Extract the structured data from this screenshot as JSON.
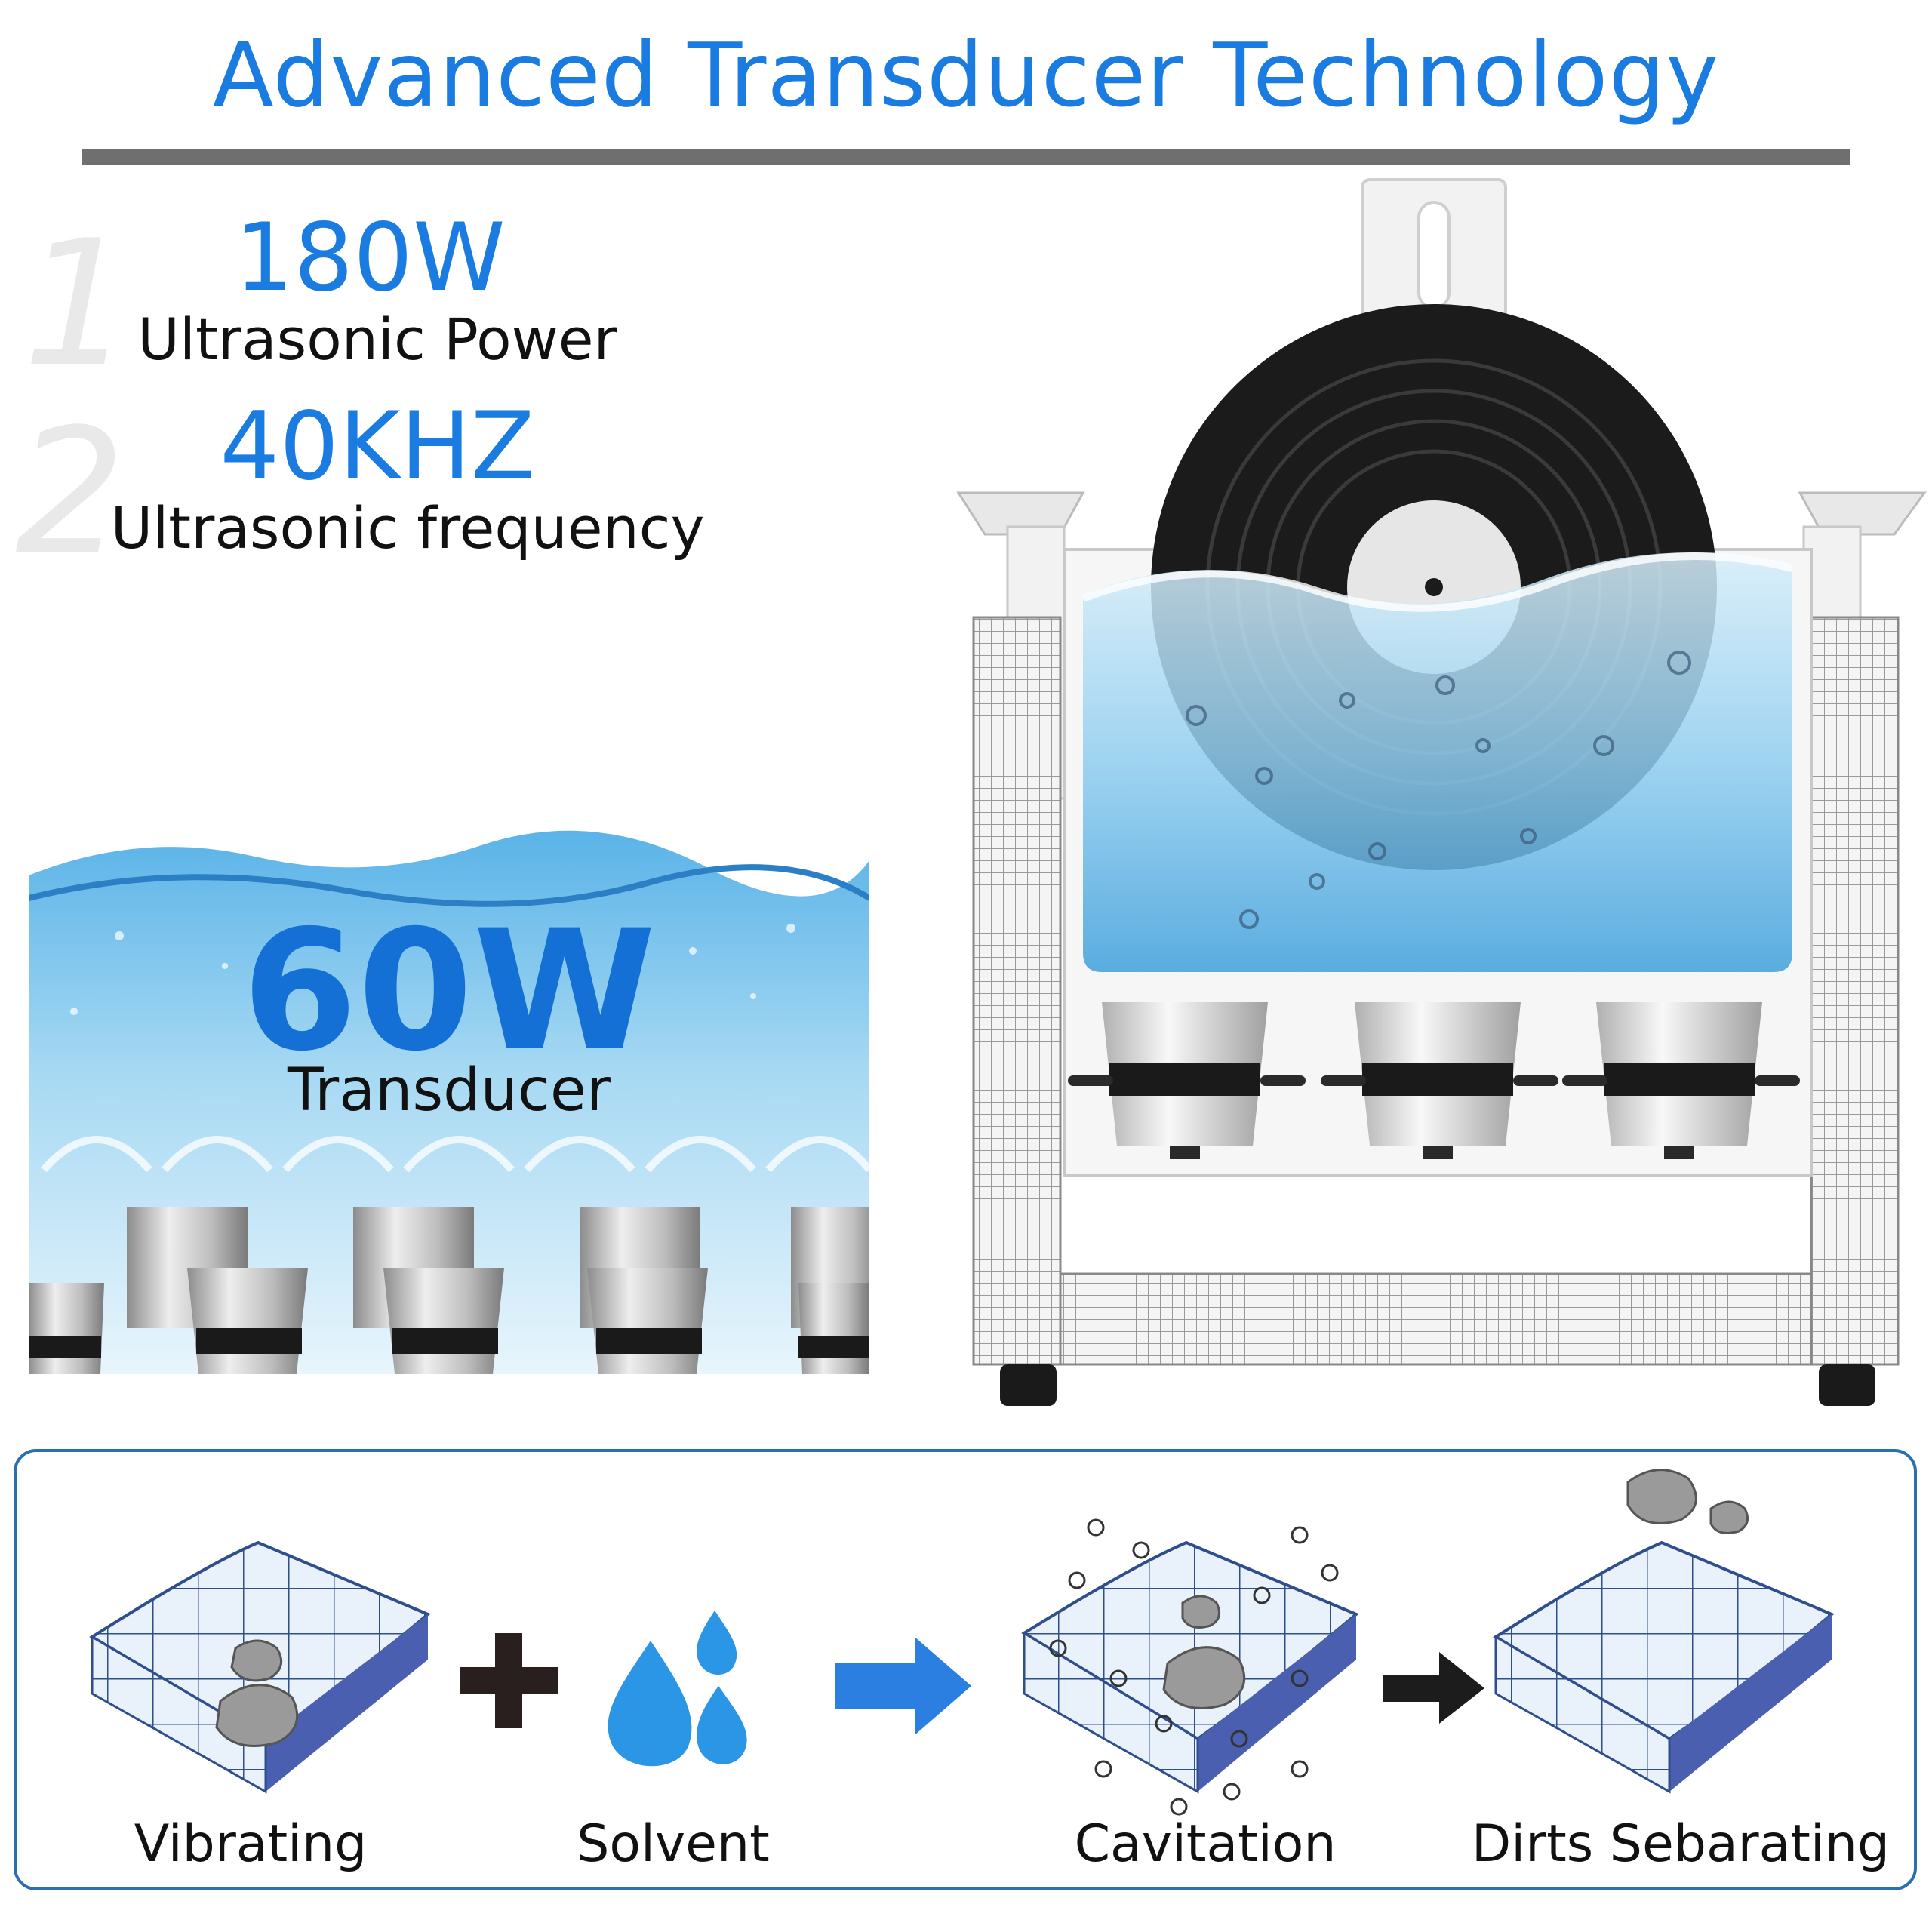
{
  "title": "Advanced Transducer Technology",
  "specs": [
    {
      "index": "1",
      "value": "180W",
      "label": "Ultrasonic Power"
    },
    {
      "index": "2",
      "value": "40KHZ",
      "label": "Ultrasonic frequency"
    }
  ],
  "transducer": {
    "value": "60W",
    "label": "Transducer"
  },
  "process": {
    "steps": [
      "Vibrating",
      "Solvent",
      "Cavitation",
      "Dirts Sebarating"
    ],
    "plus_symbol": "plus-icon",
    "arrow_symbol": "arrow-right-icon"
  },
  "colors": {
    "accent": "#1a7be0",
    "water": "#7cc4ec",
    "record": "#1b1b1b",
    "border": "#2a6fb0"
  }
}
